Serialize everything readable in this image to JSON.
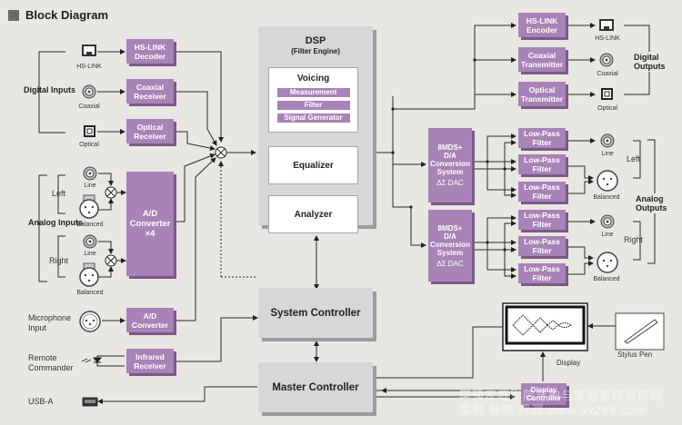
{
  "title": "Block Diagram",
  "digital_inputs": {
    "group_label": "Digital Inputs",
    "connectors": [
      {
        "icon": "hs-link-port-icon",
        "label": "HS-LINK"
      },
      {
        "icon": "coaxial-jack-icon",
        "label": "Coaxial"
      },
      {
        "icon": "optical-port-icon",
        "label": "Optical"
      }
    ],
    "blocks": [
      "HS-LINK Decoder",
      "Coaxial Receiver",
      "Optical Receiver"
    ]
  },
  "analog_inputs": {
    "group_label": "Analog Inputs",
    "channels": [
      {
        "label": "Left",
        "connectors": [
          "Line",
          "Balanced"
        ]
      },
      {
        "label": "Right",
        "connectors": [
          "Line",
          "Balanced"
        ]
      }
    ],
    "converter": {
      "line1": "A/D",
      "line2": "Converter",
      "line3": "×4"
    }
  },
  "microphone": {
    "label_line1": "Microphone",
    "label_line2": "Input",
    "block_line1": "A/D",
    "block_line2": "Converter"
  },
  "remote": {
    "label_line1": "Remote",
    "label_line2": "Commander",
    "block_line1": "Infrared",
    "block_line2": "Receiver"
  },
  "usb": {
    "label": "USB-A"
  },
  "dsp": {
    "title": "DSP",
    "subtitle": "(Filter Engine)",
    "voicing": {
      "title": "Voicing",
      "items": [
        "Measurement",
        "Filter",
        "Signal Generator"
      ]
    },
    "equalizer": "Equalizer",
    "analyzer": "Analyzer"
  },
  "system_controller": "System Controller",
  "master_controller": "Master Controller",
  "digital_outputs": {
    "group_label": "Digital Outputs",
    "blocks": [
      {
        "line1": "HS-LINK",
        "line2": "Encoder",
        "connector": "HS-LINK"
      },
      {
        "line1": "Coaxial",
        "line2": "Transmitter",
        "connector": "Coaxial"
      },
      {
        "line1": "Optical",
        "line2": "Transmitter",
        "connector": "Optical"
      }
    ]
  },
  "dacs": [
    {
      "line1": "8MDS+",
      "line2": "D/A",
      "line3": "Conversion",
      "line4": "System",
      "line5": "ΔΣ DAC"
    },
    {
      "line1": "8MDS+",
      "line2": "D/A",
      "line3": "Conversion",
      "line4": "System",
      "line5": "ΔΣ DAC"
    }
  ],
  "low_pass_filter": {
    "line1": "Low-Pass",
    "line2": "Filter"
  },
  "analog_outputs": {
    "group_label": "Analog Outputs",
    "channels": [
      {
        "label": "Left",
        "connectors": [
          "Line",
          "Balanced"
        ]
      },
      {
        "label": "Right",
        "connectors": [
          "Line",
          "Balanced"
        ]
      }
    ]
  },
  "display": {
    "label": "Display",
    "controller_line1": "Display",
    "controller_line2": "Controller"
  },
  "stylus": {
    "label": "Stylus Pen"
  },
  "watermark": {
    "line1": "阿强家庭影院导购与家庭影院装修网",
    "line2": "案例  导购  评测  www.av269.com"
  },
  "colors": {
    "purple_block": "#a883b7",
    "gray_block": "#d7d7d9",
    "background": "#e9e7e1",
    "line": "#2a2a2a"
  }
}
